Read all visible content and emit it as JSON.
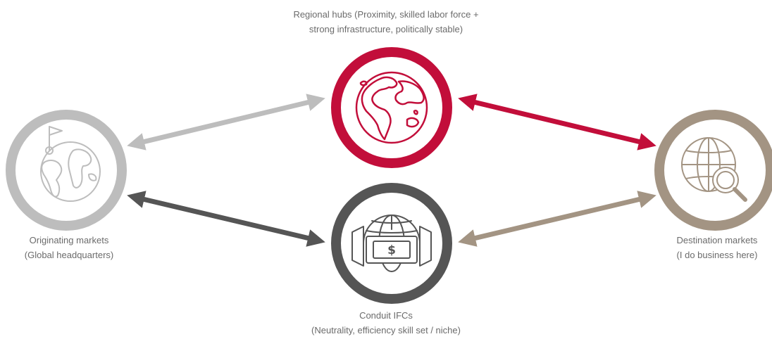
{
  "colors": {
    "regional": "#c20e3a",
    "originating": "#bdbdbd",
    "conduit": "#555555",
    "destination": "#a39483"
  },
  "nodes": {
    "regional": {
      "icon": "globe-icon",
      "label_line1": "Regional hubs (Proximity, skilled labor force +",
      "label_line2": "strong infrastructure, politically stable)"
    },
    "originating": {
      "icon": "globe-flag-icon",
      "label_line1": "Originating markets",
      "label_line2": "(Global headquarters)"
    },
    "conduit": {
      "icon": "globe-money-icon",
      "label_line1": "Conduit IFCs",
      "label_line2": "(Neutrality, efficiency skill set / niche)"
    },
    "destination": {
      "icon": "globe-magnifier-icon",
      "label_line1": "Destination markets",
      "label_line2": "(I do business here)"
    }
  },
  "currency_symbol": "$"
}
